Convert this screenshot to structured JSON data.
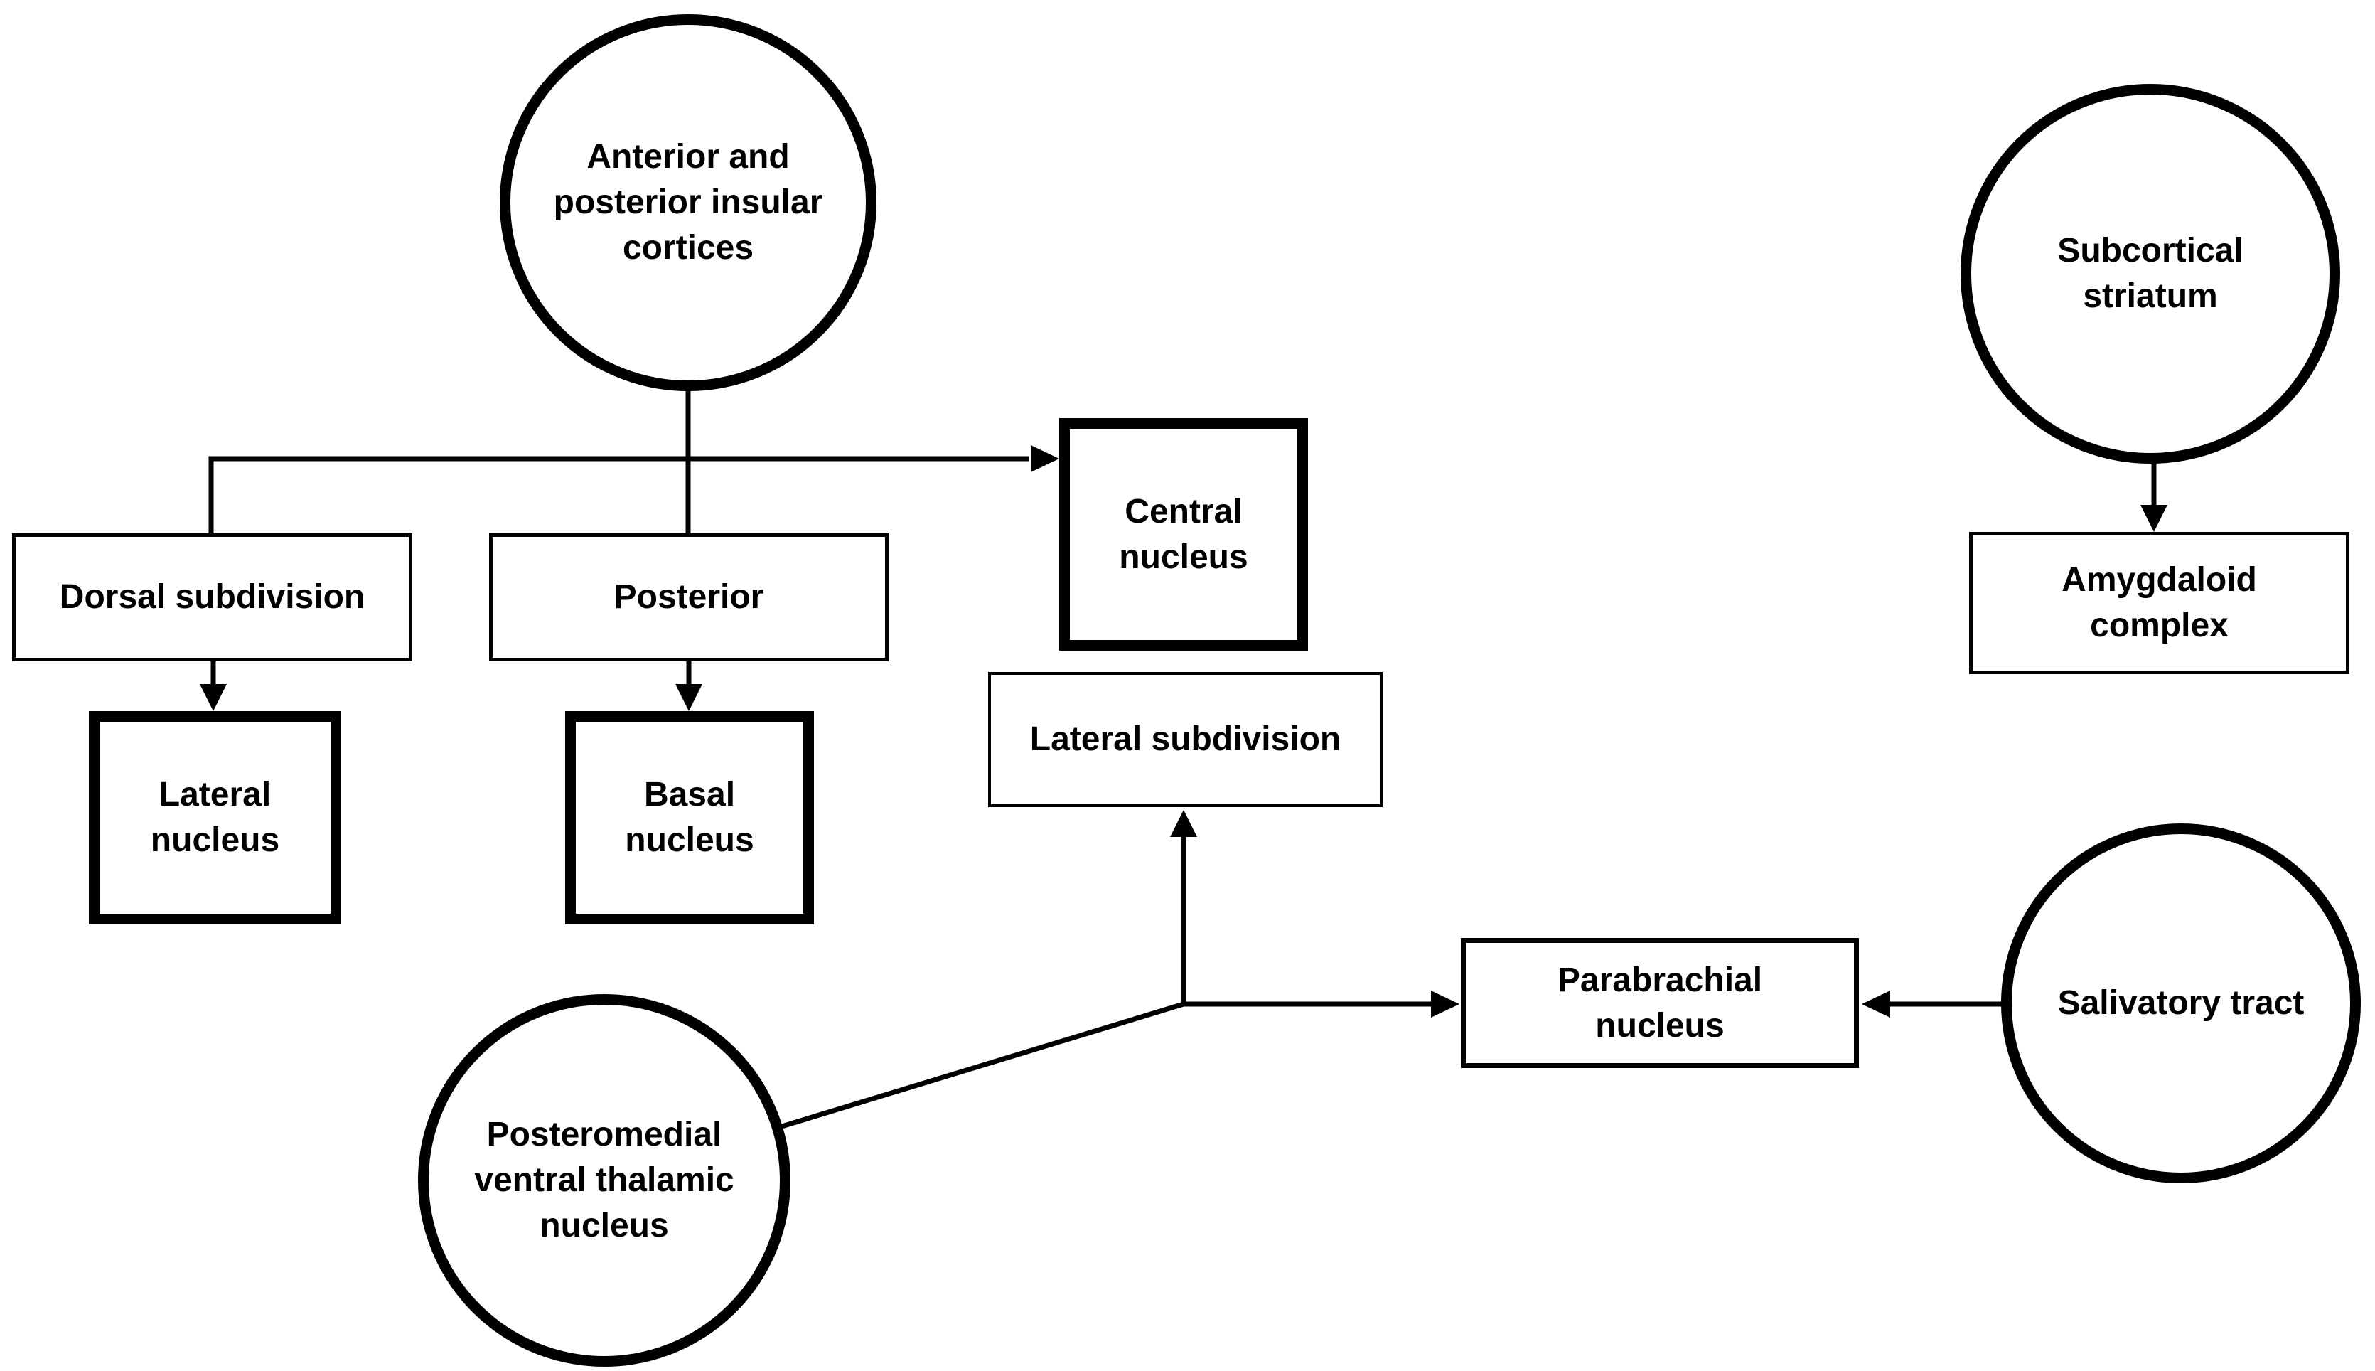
{
  "title": "Insular cortex and gustatory pathway flow diagram",
  "colors": {
    "background": "#ffffff",
    "stroke": "#000000",
    "text": "#000000"
  },
  "nodes": {
    "insular_cortices": {
      "label": "Anterior and\nposterior insular\ncortices",
      "shape": "ellipse",
      "border": "thick"
    },
    "dorsal_subdivision": {
      "label": "Dorsal subdivision",
      "shape": "rect",
      "border": "thin"
    },
    "posterior": {
      "label": "Posterior",
      "shape": "rect",
      "border": "thin"
    },
    "central_nucleus": {
      "label": "Central\nnucleus",
      "shape": "rect",
      "border": "thick"
    },
    "lateral_subdivision": {
      "label": "Lateral subdivision",
      "shape": "rect",
      "border": "thin"
    },
    "lateral_nucleus": {
      "label": "Lateral\nnucleus",
      "shape": "rect",
      "border": "thick"
    },
    "basal_nucleus": {
      "label": "Basal\nnucleus",
      "shape": "rect",
      "border": "thick"
    },
    "posteromedial_nucleus": {
      "label": "Posteromedial\nventral thalamic\nnucleus",
      "shape": "ellipse",
      "border": "thick"
    },
    "parabrachial_nucleus": {
      "label": "Parabrachial\nnucleus",
      "shape": "rect",
      "border": "medium"
    },
    "salivatory_tract": {
      "label": "Salivatory tract",
      "shape": "ellipse",
      "border": "thick"
    },
    "subcortical_striatum": {
      "label": "Subcortical\nstriatum",
      "shape": "ellipse",
      "border": "thick"
    },
    "amygdaloid_complex": {
      "label": "Amygdaloid\ncomplex",
      "shape": "rect",
      "border": "thin"
    }
  },
  "edges": [
    {
      "from": "insular_cortices",
      "to": "posterior",
      "arrowhead": false
    },
    {
      "from": "insular_cortices",
      "to": "dorsal_subdivision",
      "arrowhead": false
    },
    {
      "from": "insular_cortices",
      "to": "central_nucleus",
      "arrowhead": true
    },
    {
      "from": "dorsal_subdivision",
      "to": "lateral_nucleus",
      "arrowhead": true
    },
    {
      "from": "posterior",
      "to": "basal_nucleus",
      "arrowhead": true
    },
    {
      "from": "posteromedial_nucleus",
      "to": "lateral_subdivision",
      "arrowhead": true
    },
    {
      "from": "posteromedial_nucleus",
      "to": "parabrachial_nucleus",
      "arrowhead": true
    },
    {
      "from": "salivatory_tract",
      "to": "parabrachial_nucleus",
      "arrowhead": true
    },
    {
      "from": "subcortical_striatum",
      "to": "amygdaloid_complex",
      "arrowhead": true
    }
  ]
}
